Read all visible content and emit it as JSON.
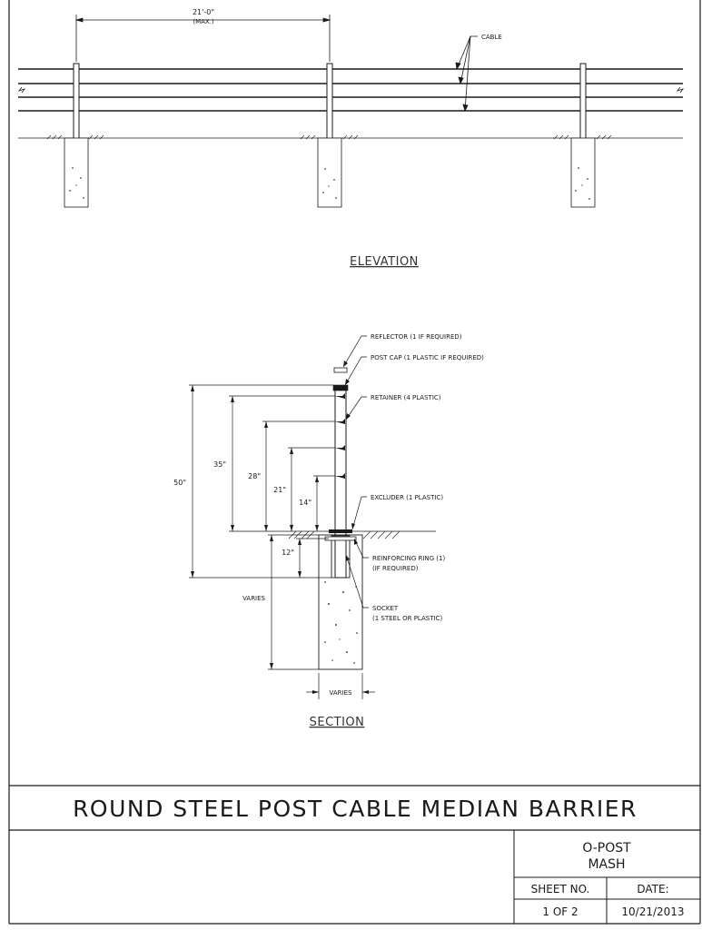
{
  "elevation": {
    "title": "ELEVATION",
    "spacing_dim": "21'-0\"",
    "spacing_note": "(MAX.)",
    "cable_label": "CABLE"
  },
  "section": {
    "title": "SECTION",
    "dims": {
      "total_height": "50\"",
      "top_cable": "35\"",
      "second_cable": "28\"",
      "third_cable": "21\"",
      "bottom_cable": "14\"",
      "embed": "12\"",
      "footing_depth": "VARIES",
      "footing_width": "VARIES"
    },
    "callouts": {
      "reflector": "REFLECTOR (1 IF REQUIRED)",
      "post_cap": "POST CAP (1 PLASTIC IF REQUIRED)",
      "retainer": "RETAINER (4 PLASTIC)",
      "excluder": "EXCLUDER (1 PLASTIC)",
      "reinforcing_ring_1": "REINFORCING RING (1)",
      "reinforcing_ring_2": "(IF REQUIRED)",
      "socket_1": "SOCKET",
      "socket_2": "(1 STEEL OR PLASTIC)"
    }
  },
  "title_block": {
    "main_title": "ROUND STEEL POST CABLE MEDIAN BARRIER",
    "post_type": "O-POST",
    "criteria": "MASH",
    "sheet_header": "SHEET NO.",
    "date_header": "DATE:",
    "sheet_value": "1 OF 2",
    "date_value": "10/21/2013"
  }
}
